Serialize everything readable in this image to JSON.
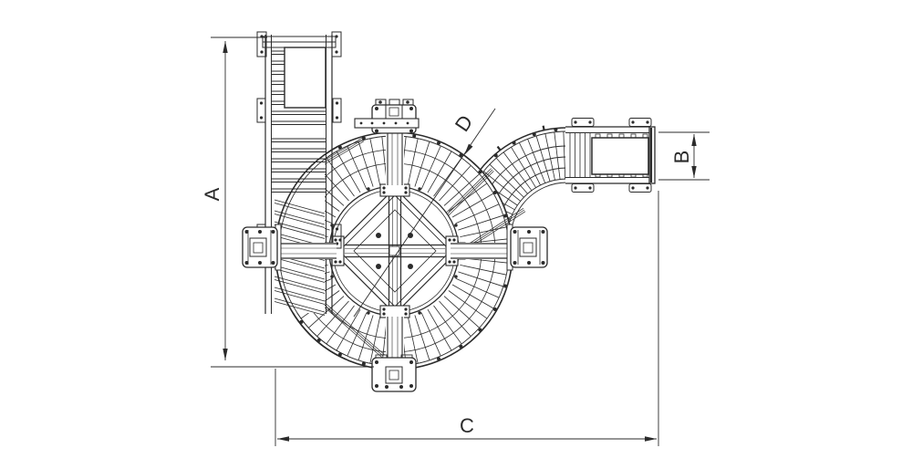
{
  "drawing": {
    "title": "spiral accumulation conveyor - plan view technical drawing",
    "background_color": "#ffffff",
    "line_color": "#2b2b2b",
    "dimension_labels": {
      "a": "A",
      "b": "B",
      "c": "C",
      "d": "D"
    },
    "components": {
      "carousel": "circular-accumulator-ring",
      "hub": "center-cross-frame",
      "infeed": "vertical-infeed-conveyor",
      "outfeed": "curved-outfeed-conveyor",
      "drive": "top-drive-unit",
      "bearing_blocks": [
        "left-bearing-block",
        "right-bearing-block",
        "bottom-bearing-block"
      ]
    }
  }
}
